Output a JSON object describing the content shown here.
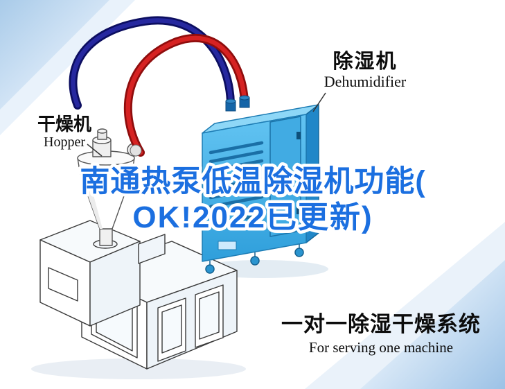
{
  "title": {
    "line1": "南通热泵低温除湿机功能(",
    "line2": "OK!2022已更新)",
    "color": "#1b6fe0"
  },
  "machines": {
    "dehumidifier": {
      "label_cn": "除湿机",
      "label_en": "Dehumidifier",
      "body_color": "#4db6ec"
    },
    "hopper": {
      "label_cn": "干燥机",
      "label_en": "Hopper"
    }
  },
  "caption": {
    "line_cn": "一对一除湿干燥系统",
    "line_en": "For serving one machine"
  },
  "colors": {
    "pipe_red": "#d62222",
    "pipe_red_dark": "#8f0d0d",
    "pipe_navy": "#26289f",
    "pipe_navy_dark": "#0c0e60",
    "corner_tint": "#a9cbe9",
    "title_blue": "#1b6fe0"
  }
}
